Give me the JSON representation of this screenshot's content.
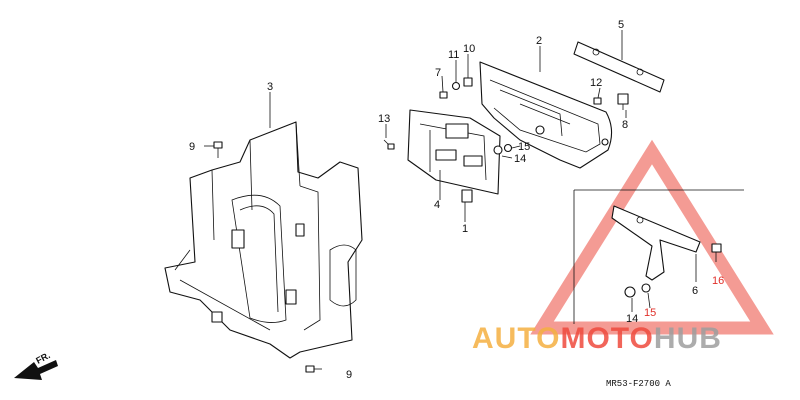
{
  "labels": {
    "p1": "1",
    "p2": "2",
    "p3": "3",
    "p4": "4",
    "p5": "5",
    "p6": "6",
    "p7": "7",
    "p8": "8",
    "p9a": "9",
    "p9b": "9",
    "p10": "10",
    "p11": "11",
    "p12": "12",
    "p13": "13",
    "p14a": "14",
    "p14b": "14",
    "p15a": "15",
    "p15b": "15",
    "p16": "16"
  },
  "front_marker": "FR.",
  "diagram_code": "MR53-F2700 A",
  "watermark": {
    "part1": "AUTO",
    "part2": "MOTO",
    "part3": "HUB",
    "color_orange": "#f5b041",
    "color_red": "#ef4b3e",
    "color_gray": "#9e9e9e"
  }
}
